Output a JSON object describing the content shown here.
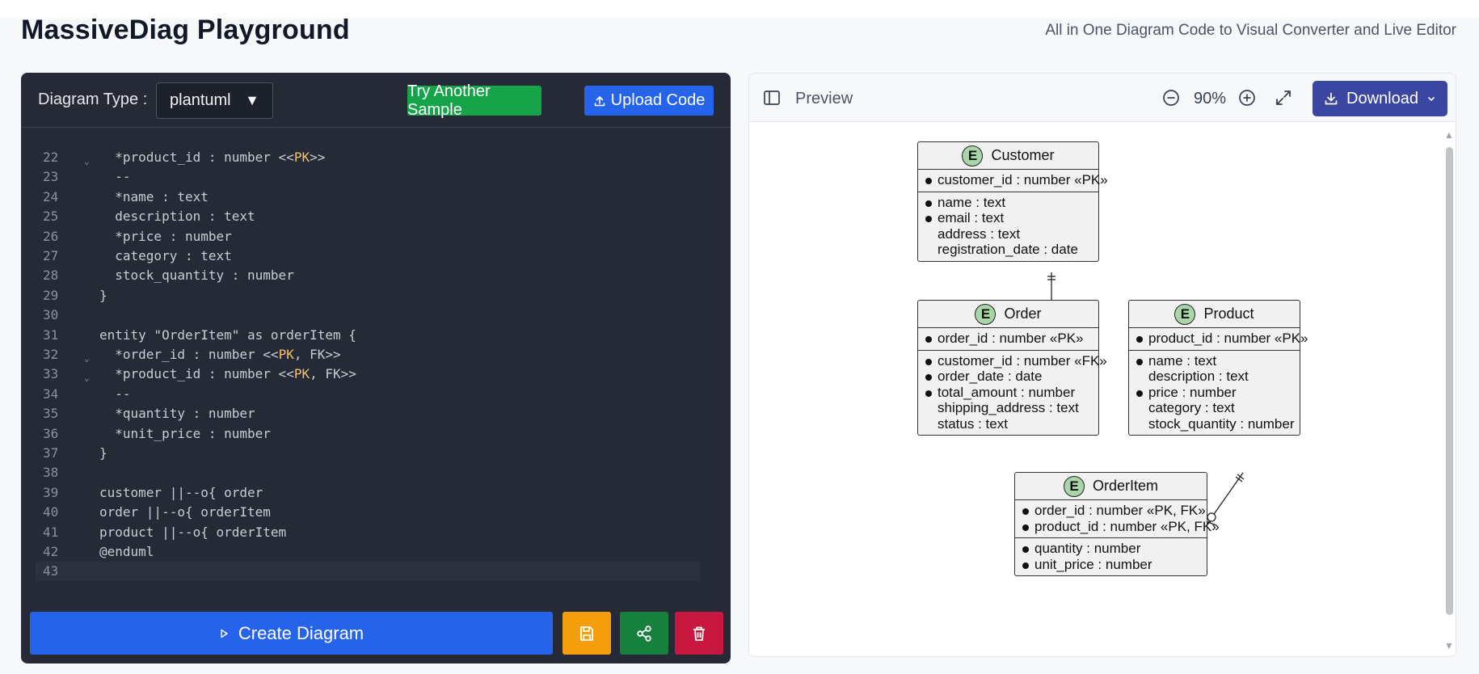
{
  "app": {
    "title": "MassiveDiag Playground",
    "subtitle": "All in One Diagram Code to Visual Converter and Live Editor"
  },
  "editor": {
    "type_label": "Diagram Type :",
    "type_value": "plantuml",
    "sample_button": "Try Another Sample",
    "upload_button": "Upload Code",
    "lines": [
      {
        "n": "22",
        "text": "  *product_id : number <<",
        "pk": "PK",
        "tail": ">>",
        "fold": true
      },
      {
        "n": "23",
        "text": "  --"
      },
      {
        "n": "24",
        "text": "  *name : text"
      },
      {
        "n": "25",
        "text": "  description : text"
      },
      {
        "n": "26",
        "text": "  *price : number"
      },
      {
        "n": "27",
        "text": "  category : text"
      },
      {
        "n": "28",
        "text": "  stock_quantity : number"
      },
      {
        "n": "29",
        "text": "}"
      },
      {
        "n": "30",
        "text": ""
      },
      {
        "n": "31",
        "text": "entity \"OrderItem\" as orderItem {"
      },
      {
        "n": "32",
        "text": "  *order_id : number <<",
        "pk": "PK",
        "tail": ", FK>>",
        "fold": true
      },
      {
        "n": "33",
        "text": "  *product_id : number <<",
        "pk": "PK",
        "tail": ", FK>>",
        "fold": true
      },
      {
        "n": "34",
        "text": "  --"
      },
      {
        "n": "35",
        "text": "  *quantity : number"
      },
      {
        "n": "36",
        "text": "  *unit_price : number"
      },
      {
        "n": "37",
        "text": "}"
      },
      {
        "n": "38",
        "text": ""
      },
      {
        "n": "39",
        "text": "customer ||--o{ order"
      },
      {
        "n": "40",
        "text": "order ||--o{ orderItem"
      },
      {
        "n": "41",
        "text": "product ||--o{ orderItem"
      },
      {
        "n": "42",
        "text": "@enduml"
      },
      {
        "n": "43",
        "text": "",
        "current": true
      }
    ],
    "create_button": "Create Diagram"
  },
  "preview": {
    "label": "Preview",
    "zoom": "90%",
    "download_button": "Download"
  },
  "diagram": {
    "entities": [
      {
        "name": "Customer",
        "keys": [
          {
            "t": "customer_id : number «PK»",
            "req": true
          }
        ],
        "attrs": [
          {
            "t": "name : text",
            "req": true
          },
          {
            "t": "email : text",
            "req": true
          },
          {
            "t": "address : text",
            "req": false
          },
          {
            "t": "registration_date : date",
            "req": false
          }
        ]
      },
      {
        "name": "Order",
        "keys": [
          {
            "t": "order_id : number «PK»",
            "req": true
          }
        ],
        "attrs": [
          {
            "t": "customer_id : number «FK»",
            "req": true
          },
          {
            "t": "order_date : date",
            "req": true
          },
          {
            "t": "total_amount : number",
            "req": true
          },
          {
            "t": "shipping_address : text",
            "req": false
          },
          {
            "t": "status : text",
            "req": false
          }
        ]
      },
      {
        "name": "Product",
        "keys": [
          {
            "t": "product_id : number «PK»",
            "req": true
          }
        ],
        "attrs": [
          {
            "t": "name : text",
            "req": true
          },
          {
            "t": "description : text",
            "req": false
          },
          {
            "t": "price : number",
            "req": true
          },
          {
            "t": "category : text",
            "req": false
          },
          {
            "t": "stock_quantity : number",
            "req": false
          }
        ]
      },
      {
        "name": "OrderItem",
        "keys": [
          {
            "t": "order_id : number «PK, FK»",
            "req": true
          },
          {
            "t": "product_id : number «PK, FK»",
            "req": true
          }
        ],
        "attrs": [
          {
            "t": "quantity : number",
            "req": true
          },
          {
            "t": "unit_price : number",
            "req": true
          }
        ]
      }
    ]
  }
}
